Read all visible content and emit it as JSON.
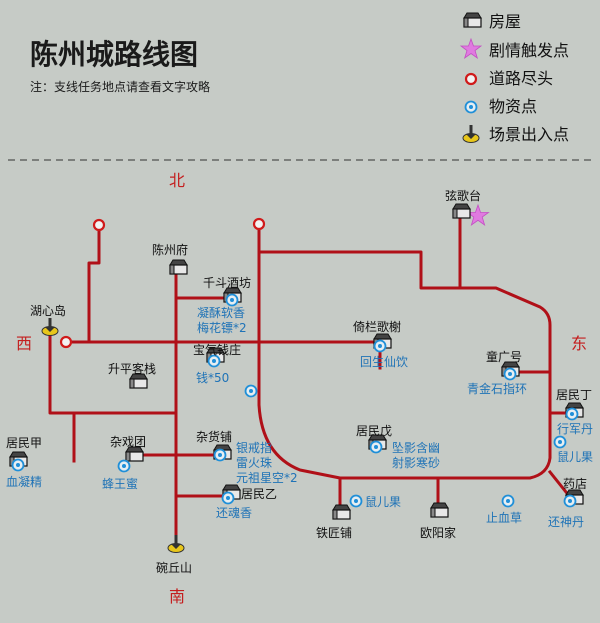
{
  "map": {
    "title": "陈州城路线图",
    "note": "注：支线任务地点请查看文字攻略"
  },
  "legend": [
    {
      "icon": "house-icon",
      "label": "房屋"
    },
    {
      "icon": "star-icon",
      "label": "剧情触发点"
    },
    {
      "icon": "road-end-icon",
      "label": "道路尽头"
    },
    {
      "icon": "item-point-icon",
      "label": "物资点"
    },
    {
      "icon": "scene-exit-icon",
      "label": "场景出入点"
    }
  ],
  "directions": {
    "north": "北",
    "south": "南",
    "west": "西",
    "east": "东"
  },
  "places": {
    "xiangetai": "弦歌台",
    "chenzhoufu": "陈州府",
    "qiandou": "千斗酒坊",
    "huxindao": "湖心岛",
    "yilan": "倚栏歌榭",
    "shengping": "升平客栈",
    "baoqi": "宝气钱庄",
    "tongguang": "童广号",
    "jumin_ding": "居民丁",
    "jumin_jia": "居民甲",
    "zaxituan": "杂戏团",
    "zahuopu": "杂货铺",
    "jumin_wu": "居民戊",
    "jumin_yi": "居民乙",
    "yaodian": "药店",
    "tiejiangpu": "铁匠铺",
    "ouyangjia": "欧阳家",
    "wanqiushan": "碗丘山"
  },
  "items": {
    "qiandou_1": "凝酥软香",
    "qiandou_2": "梅花镖*2",
    "baoqi": "钱*50",
    "yilan": "回生仙饮",
    "tongguang": "青金石指环",
    "jumin_ding_1": "行军丹",
    "jumin_ding_2": "鼠儿果",
    "jumin_jia": "血凝精",
    "zaxituan": "蜂王蜜",
    "zahuopu_1": "银戒指",
    "zahuopu_2": "雷火珠",
    "zahuopu_3": "元祖星空*2",
    "jumin_wu_1": "坠影含幽",
    "jumin_wu_2": "射影寒砂",
    "jumin_yi": "还魂香",
    "tiejiangpu": "鼠儿果",
    "road_point": "止血草",
    "yaodian": "还神丹"
  }
}
